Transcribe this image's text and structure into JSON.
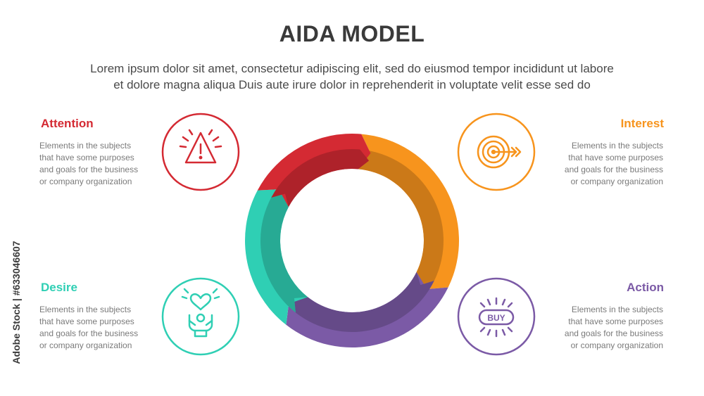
{
  "header": {
    "title": "AIDA MODEL",
    "subtitle_line1": "Lorem ipsum dolor sit amet, consectetur adipiscing elit, sed do eiusmod tempor incididunt ut labore",
    "subtitle_line2": "et dolore magna aliqua Duis aute irure dolor in reprehenderit in voluptate velit esse sed do"
  },
  "steps": [
    {
      "label": "Attention",
      "color": "#d42a33",
      "icon": "warning-icon",
      "desc": [
        "Elements in the subjects",
        "that have some purposes",
        "and goals for the  business",
        "or company organization"
      ]
    },
    {
      "label": "Interest",
      "color": "#f7941d",
      "icon": "target-icon",
      "desc": [
        "Elements in the subjects",
        "that have some purposes",
        "and goals for the  business",
        "or company organization"
      ]
    },
    {
      "label": "Desire",
      "color": "#2fcfb4",
      "icon": "heart-hands-icon",
      "desc": [
        "Elements in the subjects",
        "that have some purposes",
        "and goals for the  business",
        "or company organization"
      ]
    },
    {
      "label": "Action",
      "color": "#7b5aa6",
      "icon": "buy-button-icon",
      "buy_text": "BUY",
      "desc": [
        "Elements in the subjects",
        "that have some purposes",
        "and goals for the  business",
        "or company organization"
      ]
    }
  ],
  "watermark": "Adobe Stock | #633046607"
}
